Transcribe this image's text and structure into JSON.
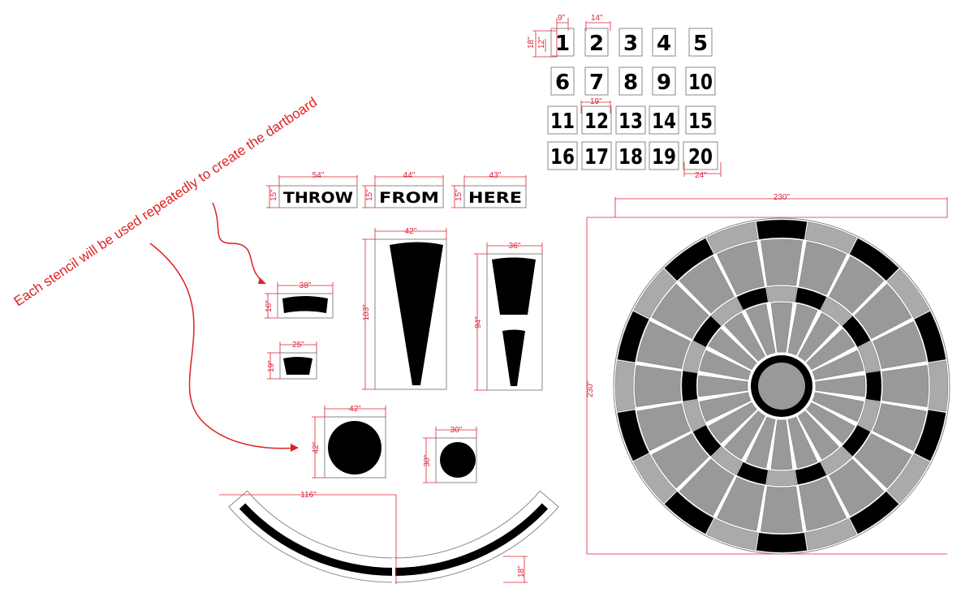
{
  "annotation": "Each stencil will be used repeatedly to create the dartboard",
  "numbers": [
    "1",
    "2",
    "3",
    "4",
    "5",
    "6",
    "7",
    "8",
    "9",
    "10",
    "11",
    "12",
    "13",
    "14",
    "15",
    "16",
    "17",
    "18",
    "19",
    "20"
  ],
  "number_dims": {
    "w1": "9\"",
    "h1": "12\"",
    "box_h": "18\"",
    "w2": "14\"",
    "w12": "19\"",
    "w20": "24\""
  },
  "words": [
    {
      "text": "THROW",
      "width": "54\"",
      "height": "15\""
    },
    {
      "text": "FROM",
      "width": "44\"",
      "height": "15\""
    },
    {
      "text": "HERE",
      "width": "43\"",
      "height": "15\""
    }
  ],
  "shapes": {
    "double_seg": {
      "width": "38\"",
      "height": "16\""
    },
    "triple_seg": {
      "width": "25\"",
      "height": "19\""
    },
    "outer_single": {
      "width": "42\"",
      "height": "103\""
    },
    "inner_single": {
      "width": "36\"",
      "height": "94\""
    },
    "bull": {
      "width": "42\"",
      "height": "42\""
    },
    "bullseye": {
      "width": "30\"",
      "height": "30\""
    },
    "arc": {
      "width": "116\"",
      "height": "18\""
    }
  },
  "dartboard": {
    "width": "230\"",
    "height": "230\"",
    "colors": {
      "dark": "#000000",
      "light": "#aaaaaa",
      "segment": "#999999"
    }
  }
}
